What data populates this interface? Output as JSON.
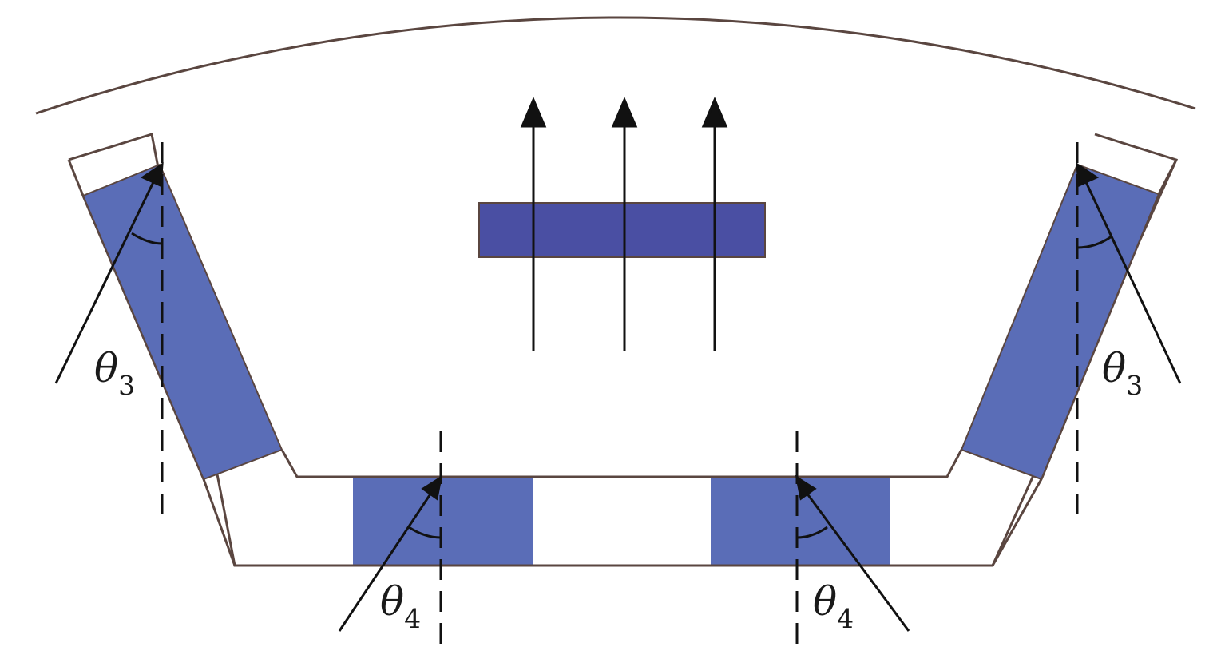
{
  "colors": {
    "magnet_side": "#5a6db7",
    "magnet_center": "#4a4fa3",
    "outline": "#5a4640",
    "line": "#111111",
    "background": "#ffffff"
  },
  "labels": {
    "theta3_left": {
      "symbol": "θ",
      "sub": "3"
    },
    "theta3_right": {
      "symbol": "θ",
      "sub": "3"
    },
    "theta4_left": {
      "symbol": "θ",
      "sub": "4"
    },
    "theta4_right": {
      "symbol": "θ",
      "sub": "4"
    }
  },
  "flux_arrows": {
    "count": 3,
    "direction": "up"
  }
}
